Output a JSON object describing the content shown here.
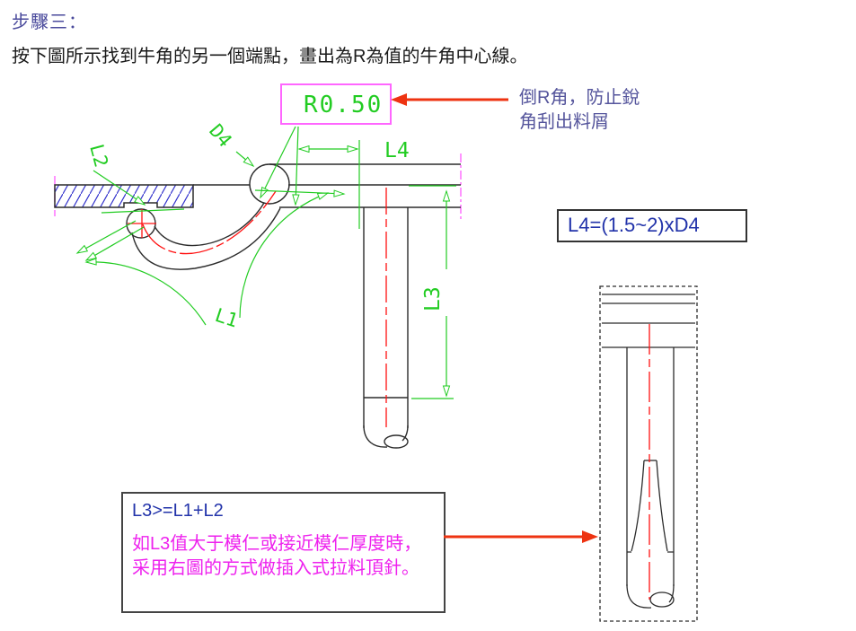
{
  "header": {
    "title": "步驟三：",
    "subtitle": "按下圖所示找到牛角的另一個端點，畫出為R為值的牛角中心線。"
  },
  "callout": {
    "line1": "倒R角，防止銳",
    "line2": "角刮出料屑"
  },
  "formula_box": {
    "text": "L4=(1.5~2)xD4"
  },
  "note_box": {
    "formula": "L3>=L1+L2",
    "body": "如L3值大于模仁或接近模仁厚度時，采用右圖的方式做插入式拉料頂針。"
  },
  "dim_labels": {
    "radius": "R0.50",
    "l1": "L1",
    "l2": "L2",
    "l3": "L3",
    "l4": "L4",
    "d4": "D4"
  },
  "colors": {
    "dimension_green": "#22cc22",
    "centerline_red": "#ff1111",
    "hatch_blue": "#3333cc",
    "magenta_centerline": "#ff66ff",
    "callout_purple": "#55559c",
    "formula_blue": "#2233aa",
    "note_magenta": "#ee22ee",
    "arrow_red": "#ee3311",
    "outline_black": "#2b2b2b"
  }
}
